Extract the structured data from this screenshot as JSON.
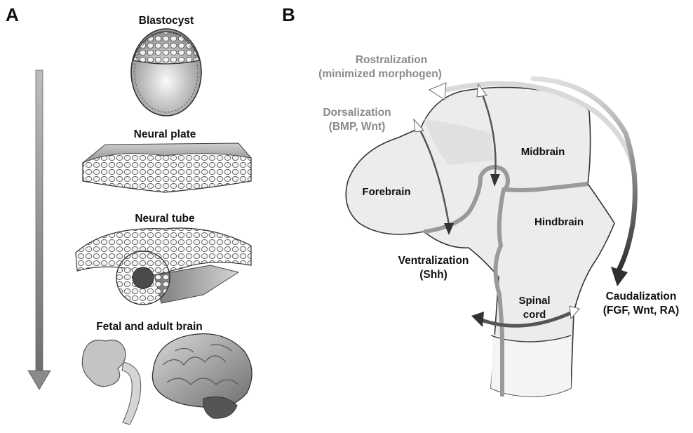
{
  "panels": {
    "a": {
      "letter": "A"
    },
    "b": {
      "letter": "B"
    }
  },
  "stages": [
    {
      "label": "Blastocyst"
    },
    {
      "label": "Neural plate"
    },
    {
      "label": "Neural tube"
    },
    {
      "label": "Fetal and adult brain"
    }
  ],
  "regions": {
    "forebrain": "Forebrain",
    "midbrain": "Midbrain",
    "hindbrain": "Hindbrain",
    "spinal_cord_line1": "Spinal",
    "spinal_cord_line2": "cord"
  },
  "signals": {
    "rostral_line1": "Rostralization",
    "rostral_line2": "(minimized morphogen)",
    "dorsal_line1": "Dorsalization",
    "dorsal_line2": "(BMP, Wnt)",
    "ventral_line1": "Ventralization",
    "ventral_line2": "(Shh)",
    "caudal_line1": "Caudalization",
    "caudal_line2": "(FGF, Wnt, RA)"
  },
  "colors": {
    "text_dark": "#111111",
    "text_gray": "#8a8a8a",
    "tissue_fill": "#ececec",
    "boundary_gray": "#9a9a9a",
    "arrow_dark": "#3a3a3a"
  }
}
